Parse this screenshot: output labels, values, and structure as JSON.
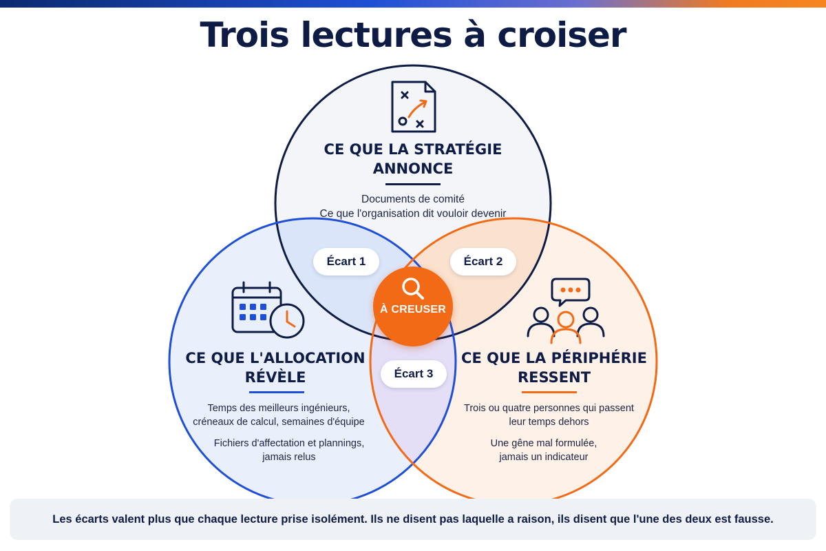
{
  "title": "Trois lectures à croiser",
  "colors": {
    "navy": "#0e1b45",
    "blue": "#1f4fd6",
    "orange": "#f26a16",
    "light_blue_fill": "#eaf0fb",
    "light_orange_fill": "#fdf1e8"
  },
  "circles": {
    "strategie": {
      "icon": "strategy-plan-icon",
      "heading_line1": "CE QUE LA STRATÉGIE",
      "heading_line2": "ANNONCE",
      "desc_line1": "Documents de comité",
      "desc_line2": "Ce que l'organisation dit vouloir devenir"
    },
    "allocation": {
      "icon": "calendar-clock-icon",
      "heading_line1": "CE QUE L'ALLOCATION",
      "heading_line2": "RÉVÈLE",
      "desc1_line1": "Temps des meilleurs ingénieurs,",
      "desc1_line2": "créneaux de calcul, semaines d'équipe",
      "desc2_line1": "Fichiers d'affectation et plannings,",
      "desc2_line2": "jamais relus"
    },
    "peripherie": {
      "icon": "people-chat-icon",
      "heading_line1": "CE QUE LA PÉRIPHÉRIE",
      "heading_line2": "RESSENT",
      "desc1_line1": "Trois ou quatre personnes qui passent",
      "desc1_line2": "leur temps dehors",
      "desc2_line1": "Une gêne mal formulée,",
      "desc2_line2": "jamais un indicateur"
    }
  },
  "gaps": {
    "ecart1": "Écart 1",
    "ecart2": "Écart 2",
    "ecart3": "Écart 3"
  },
  "center": {
    "icon": "search-icon",
    "label": "À CREUSER"
  },
  "footer": "Les écarts valent plus que chaque lecture prise isolément. Ils ne disent pas laquelle a raison, ils disent que l'une des deux est fausse."
}
